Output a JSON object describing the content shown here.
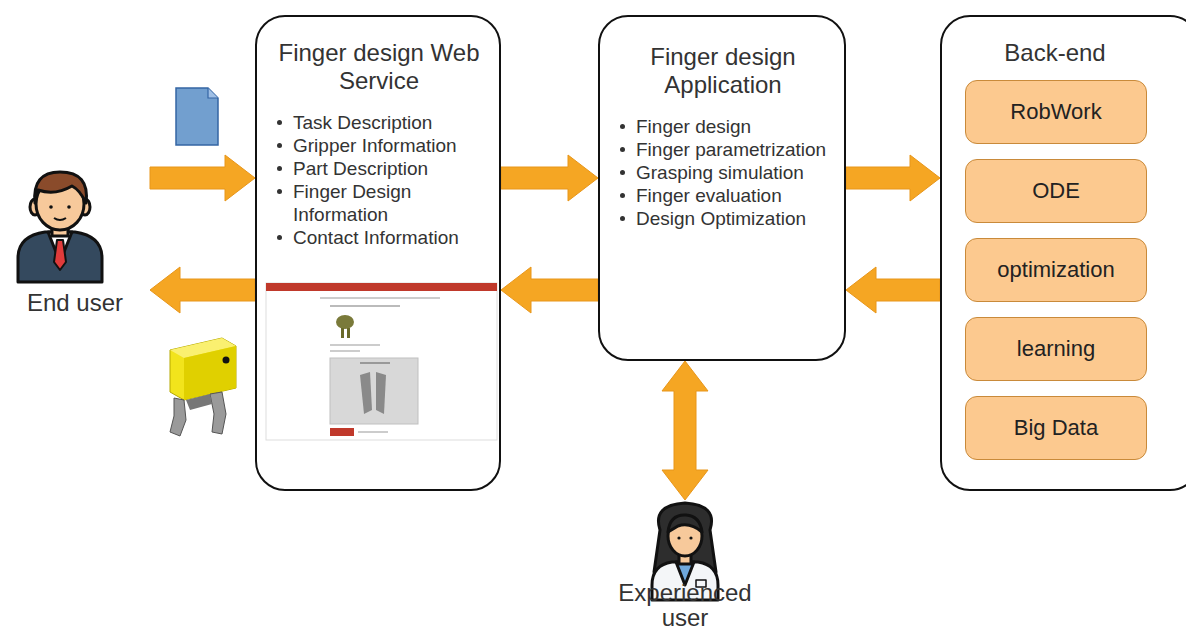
{
  "diagram": {
    "nodes": [
      {
        "text": [
          "End user"
        ]
      },
      {
        "text": [
          "Finger design Web Service",
          "Task Description",
          "Gripper Information",
          "Part Description",
          "Finger Design Information",
          "Contact Information"
        ]
      },
      {
        "text": [
          "Finger design Application",
          "Finger design",
          "Finger parametrization",
          "Grasping simulation",
          "Finger evaluation",
          "Design Optimization"
        ]
      },
      {
        "text": [
          "Back-end"
        ]
      },
      {
        "text": [
          "RobWork"
        ],
        "in": 3
      },
      {
        "text": [
          "ODE"
        ],
        "in": 3
      },
      {
        "text": [
          "optimization"
        ],
        "in": 3
      },
      {
        "text": [
          "learning"
        ],
        "in": 3
      },
      {
        "text": [
          "Big Data"
        ],
        "in": 3
      },
      {
        "text": [
          "Experienced user"
        ]
      }
    ],
    "edges": [
      {
        "from": 0,
        "to": 1,
        "arrow": "to"
      },
      {
        "from": 1,
        "to": 0,
        "arrow": "to"
      },
      {
        "from": 1,
        "to": 2,
        "arrow": "to"
      },
      {
        "from": 2,
        "to": 1,
        "arrow": "to"
      },
      {
        "from": 2,
        "to": 3,
        "arrow": "to"
      },
      {
        "from": 3,
        "to": 2,
        "arrow": "to"
      },
      {
        "from": 2,
        "to": 9,
        "arrow": "both"
      }
    ]
  }
}
